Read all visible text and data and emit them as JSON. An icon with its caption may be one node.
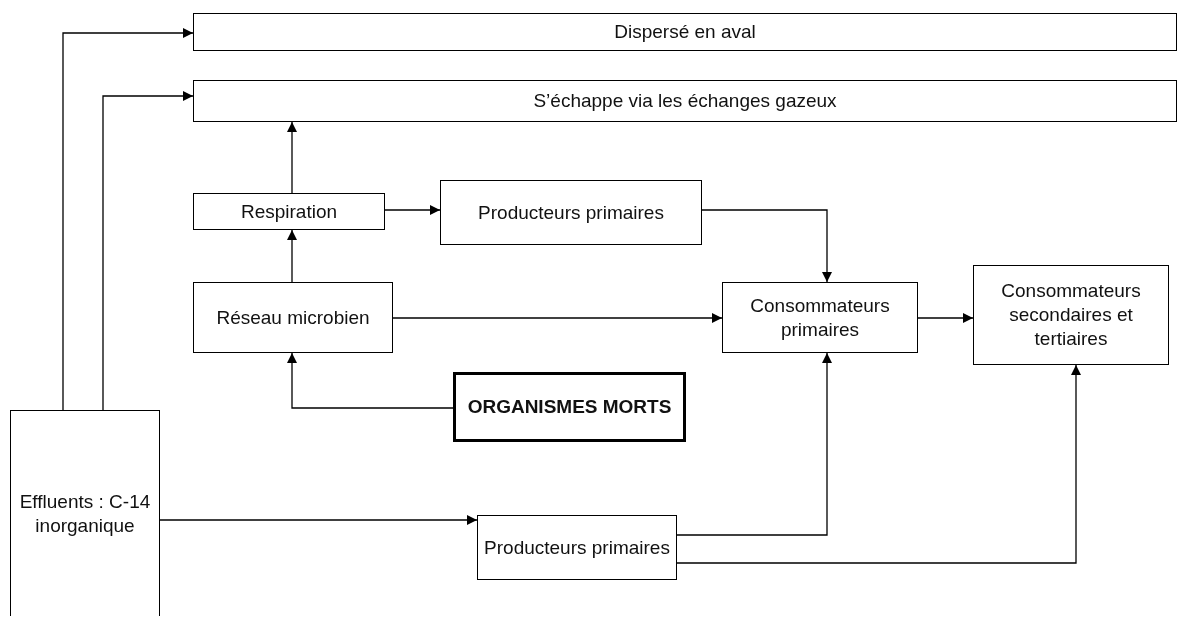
{
  "diagram": {
    "nodes": [
      {
        "text": [
          "Dispersé en aval"
        ]
      },
      {
        "text": [
          "S’échappe via les échanges gazeux"
        ]
      },
      {
        "text": [
          "Respiration"
        ]
      },
      {
        "text": [
          "Producteurs primaires"
        ]
      },
      {
        "text": [
          "Réseau microbien"
        ]
      },
      {
        "text": [
          "Consommateurs primaires"
        ]
      },
      {
        "text": [
          "Consommateurs secondaires et tertiaires"
        ]
      },
      {
        "text": [
          "ORGANISMES MORTS"
        ]
      },
      {
        "text": [
          "Effluents : C-14 inorganique"
        ]
      },
      {
        "text": [
          "Producteurs primaires"
        ]
      }
    ],
    "edges": [
      {
        "from": 8,
        "to": 0,
        "arrow": "to"
      },
      {
        "from": 8,
        "to": 1,
        "arrow": "to"
      },
      {
        "from": 2,
        "to": 1,
        "arrow": "to"
      },
      {
        "from": 2,
        "to": 3,
        "arrow": "to"
      },
      {
        "from": 3,
        "to": 5,
        "arrow": "to"
      },
      {
        "from": 4,
        "to": 2,
        "arrow": "to"
      },
      {
        "from": 4,
        "to": 5,
        "arrow": "to"
      },
      {
        "from": 5,
        "to": 6,
        "arrow": "to"
      },
      {
        "from": 7,
        "to": 4,
        "arrow": "to"
      },
      {
        "from": 8,
        "to": 9,
        "arrow": "to"
      },
      {
        "from": 9,
        "to": 5,
        "arrow": "to"
      },
      {
        "from": 9,
        "to": 6,
        "arrow": "to"
      }
    ]
  }
}
